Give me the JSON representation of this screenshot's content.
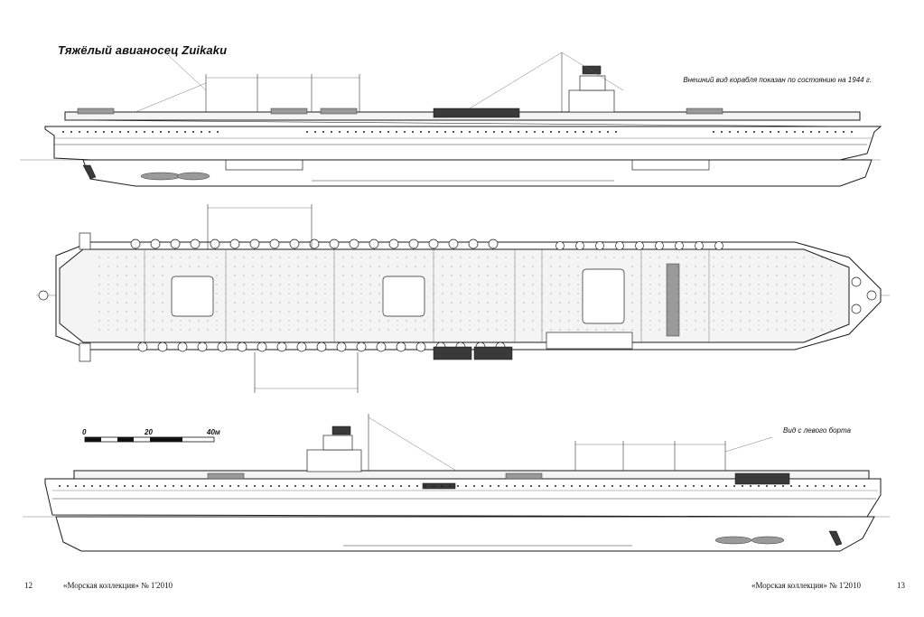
{
  "header": {
    "title": "Тяжёлый авианосец Zuikaku",
    "caption_outboard": "Внешний вид корабля показан по состоянию на 1944 г.",
    "caption_port": "Вид с левого борта"
  },
  "scale_bar": {
    "labels": [
      "0",
      "20",
      "40м"
    ]
  },
  "footer": {
    "page_left": "12",
    "page_right": "13",
    "journal_left": "«Морская коллекция» № 1'2010",
    "journal_right": "«Морская коллекция» № 1'2010"
  },
  "views": [
    "starboard-profile",
    "plan-view",
    "port-profile"
  ]
}
